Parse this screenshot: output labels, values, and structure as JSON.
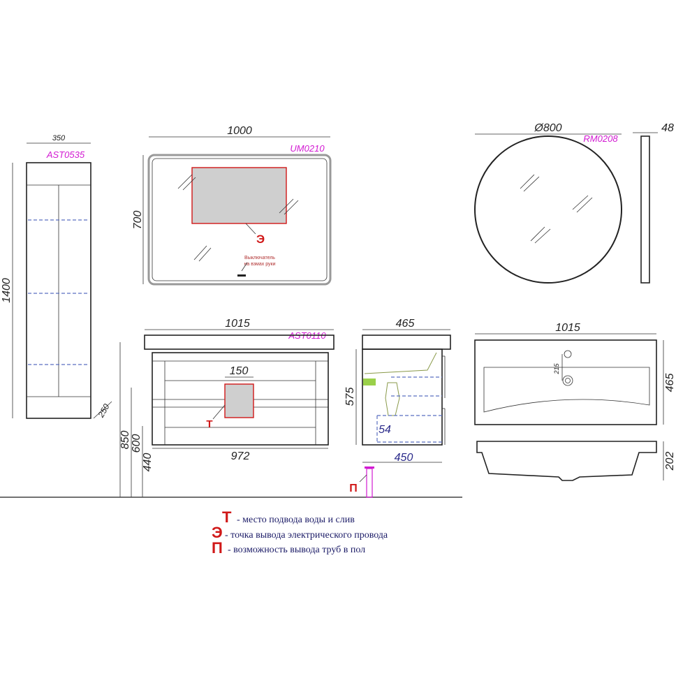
{
  "colors": {
    "accent_magenta": "#d21ad2",
    "marker_red": "#d01818",
    "dim_blue": "#2a2a8a"
  },
  "tall_cabinet": {
    "model": "AST0535",
    "width": "350",
    "height": "1400",
    "depth": "250"
  },
  "mirror_rect": {
    "model": "UM0210",
    "width": "1000",
    "height": "700",
    "marker": "Э",
    "switch_line1": "Выключатель",
    "switch_line2": "на взмах руки"
  },
  "mirror_round": {
    "model": "RM0208",
    "diameter": "Ø800",
    "depth": "48"
  },
  "vanity": {
    "model": "AST0110",
    "width": "1015",
    "inner_width": "972",
    "zone_width": "150",
    "marker": "Т",
    "h850": "850",
    "h600": "600",
    "h440": "440"
  },
  "vanity_side": {
    "depth": "465",
    "height": "575",
    "inner_depth": "450",
    "offset": "54",
    "marker": "П"
  },
  "basin": {
    "width": "1015",
    "depth": "465",
    "tap_offset": "215",
    "height": "202"
  },
  "legend": [
    {
      "marker": "Т",
      "text": "- место подвода воды и слив"
    },
    {
      "marker": "Э",
      "text": "-  точка вывода электрического провода"
    },
    {
      "marker": "П",
      "text": "- возможность вывода труб в пол"
    }
  ]
}
